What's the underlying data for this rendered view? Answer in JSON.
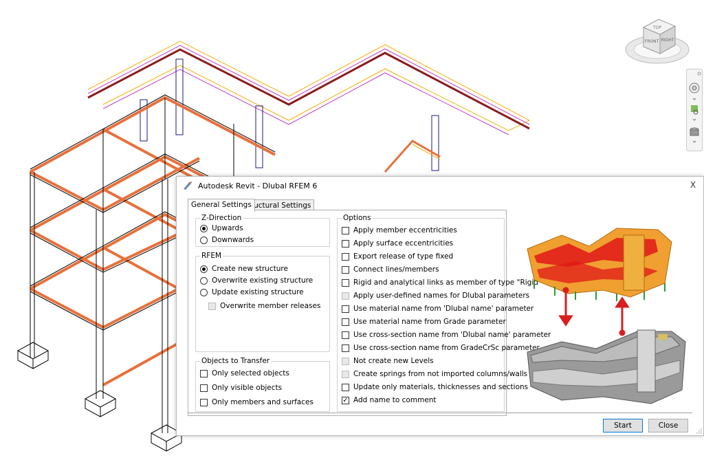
{
  "viewcube": {
    "top": "TOP",
    "front": "FRONT",
    "right": "RIGHT"
  },
  "dialog": {
    "title": "Autodesk Revit - Dlubal RFEM 6",
    "close_glyph": "X",
    "tabs": [
      {
        "label": "General Settings",
        "active": true
      },
      {
        "label": "Structural Settings",
        "active": false
      }
    ],
    "z_direction": {
      "legend": "Z-Direction",
      "options": [
        {
          "label": "Upwards",
          "selected": true
        },
        {
          "label": "Downwards",
          "selected": false
        }
      ]
    },
    "rfem": {
      "legend": "RFEM",
      "options": [
        {
          "label": "Create new structure",
          "selected": true
        },
        {
          "label": "Overwrite existing structure",
          "selected": false
        },
        {
          "label": "Update existing structure",
          "selected": false
        }
      ],
      "overwrite_releases": {
        "label": "Overwrite member releases",
        "checked": false,
        "disabled": true
      }
    },
    "objects": {
      "legend": "Objects to Transfer",
      "items": [
        {
          "label": "Only selected objects",
          "checked": false
        },
        {
          "label": "Only visible objects",
          "checked": false
        },
        {
          "label": "Only members and surfaces",
          "checked": false
        }
      ]
    },
    "options": {
      "legend": "Options",
      "items": [
        {
          "label": "Apply member eccentricities",
          "checked": false,
          "disabled": false
        },
        {
          "label": "Apply surface eccentricities",
          "checked": false,
          "disabled": false
        },
        {
          "label": "Export release of type fixed",
          "checked": false,
          "disabled": false
        },
        {
          "label": "Connect lines/members",
          "checked": false,
          "disabled": false
        },
        {
          "label": "Rigid and analytical links as member of type \"Rigid\"",
          "checked": false,
          "disabled": false
        },
        {
          "label": "Apply user-defined names for Dlubal parameters",
          "checked": false,
          "disabled": true
        },
        {
          "label": "Use material name from 'Dlubal name' parameter",
          "checked": false,
          "disabled": false
        },
        {
          "label": "Use material name from Grade parameter",
          "checked": false,
          "disabled": false
        },
        {
          "label": "Use cross-section name from 'Dlubal name' parameter",
          "checked": false,
          "disabled": false
        },
        {
          "label": "Use cross-section name from GradeCrSc parameter",
          "checked": false,
          "disabled": false
        },
        {
          "label": "Not create new Levels",
          "checked": false,
          "disabled": true
        },
        {
          "label": "Create springs from not imported columns/walls",
          "checked": false,
          "disabled": true
        },
        {
          "label": "Update only materials, thicknesses and sections",
          "checked": false,
          "disabled": false
        },
        {
          "label": "Add name to comment",
          "checked": true,
          "disabled": false
        }
      ]
    },
    "buttons": {
      "start": "Start",
      "close": "Close"
    }
  },
  "colors": {
    "accent": "#0078d7",
    "beam_orange": "#e8703a",
    "guide_yellow": "#f0b000",
    "guide_magenta": "#c040c0",
    "column_blue": "#1a1a80",
    "stress_red": "#e01818",
    "stress_orange": "#f0a030",
    "arrow_red": "#d81e1e"
  }
}
